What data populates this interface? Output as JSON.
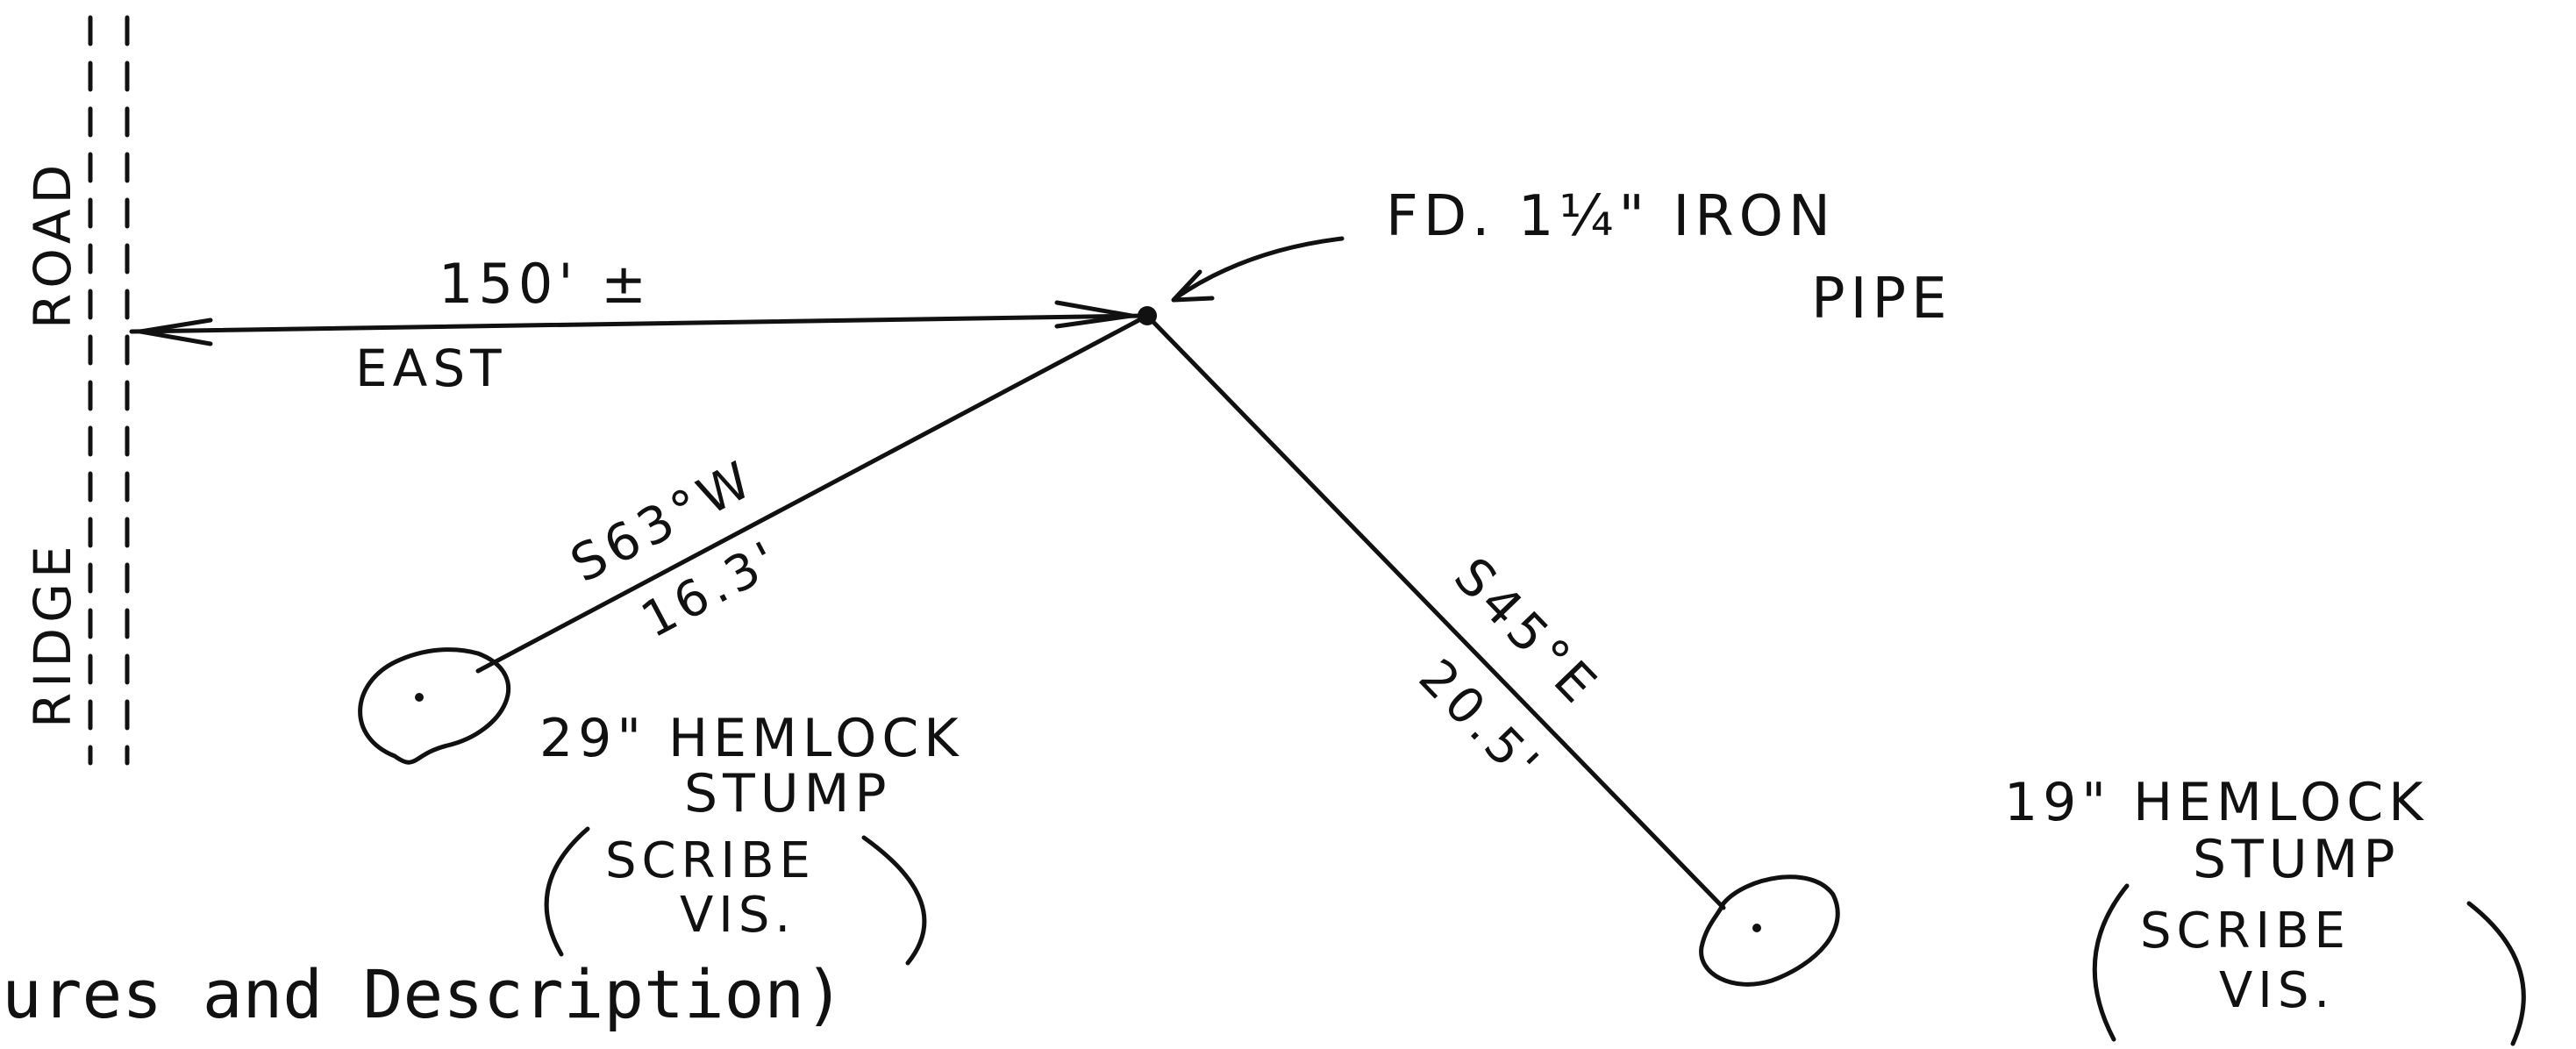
{
  "road": {
    "label_part1": "ROAD",
    "label_part2": "RIDGE"
  },
  "baseline": {
    "distance": "150' ±",
    "direction": "EAST"
  },
  "monument": {
    "label_line1": "FD.  1¼\"  IRON",
    "label_line2": "PIPE"
  },
  "tie_west": {
    "bearing": "S63°W",
    "distance": "16.3'"
  },
  "tie_east": {
    "bearing": "S45°E",
    "distance": "20.5'"
  },
  "witness_west": {
    "line1": "29\" HEMLOCK",
    "line2": "STUMP",
    "line3": "SCRIBE",
    "line4": "VIS."
  },
  "witness_east": {
    "line1": "19\" HEMLOCK",
    "line2": "STUMP",
    "line3": "SCRIBE",
    "line4": "VIS."
  },
  "footer": {
    "partial_caption": "ures and Description)"
  },
  "colors": {
    "ink": "#111111",
    "paper": "#ffffff"
  }
}
